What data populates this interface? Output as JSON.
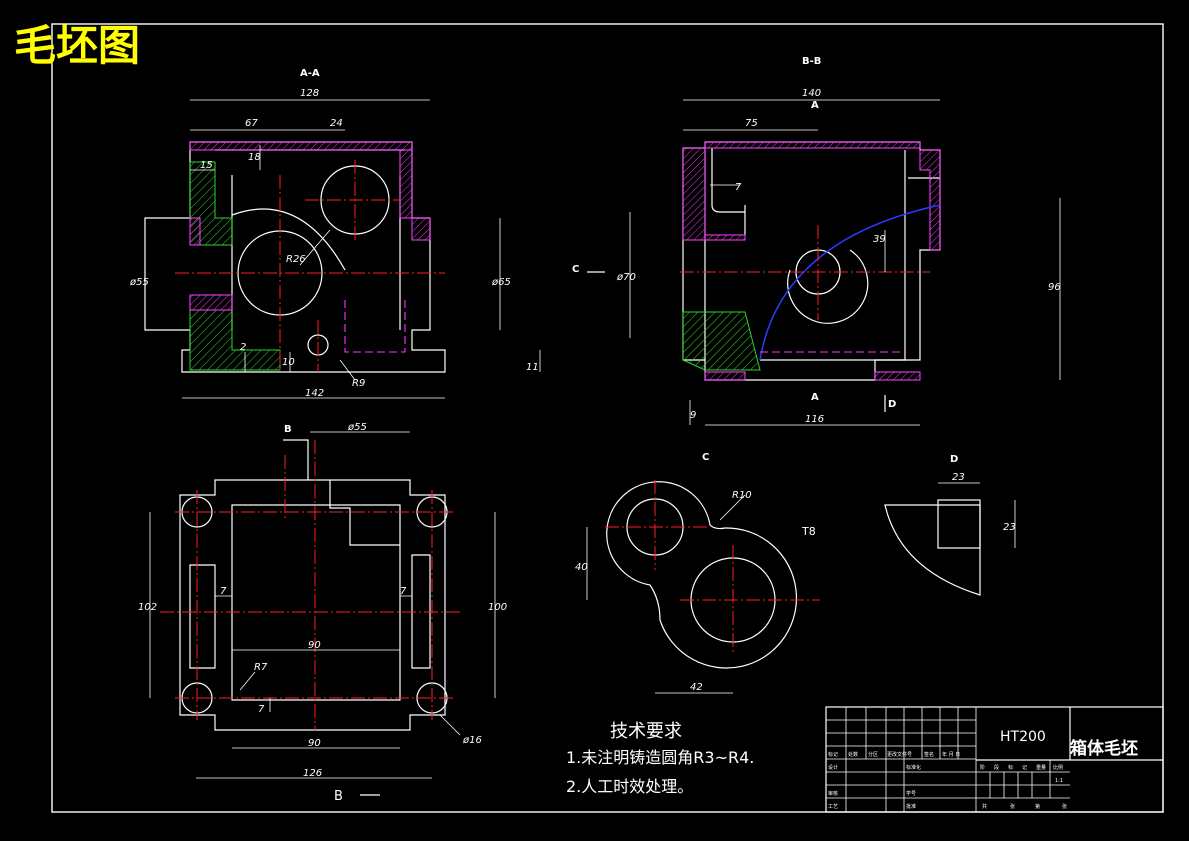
{
  "title": "毛坯图",
  "colors": {
    "background": "#000000",
    "title": "#ffff00",
    "lines": "#ffffff",
    "center": "#ff2020",
    "hidden": "#ff33ff",
    "hatch": "#2bd62b"
  },
  "views": {
    "aa": {
      "label": "A-A",
      "dims": [
        "128",
        "67",
        "24",
        "15",
        "18",
        "R26",
        "ø55",
        "ø65",
        "2",
        "10",
        "R9",
        "11",
        "142"
      ]
    },
    "bb": {
      "label": "B-B",
      "dims": [
        "140",
        "75",
        "7",
        "ø70",
        "39",
        "96",
        "9",
        "116"
      ],
      "marks": [
        "A",
        "A",
        "C",
        "D"
      ]
    },
    "b": {
      "label": "B",
      "dims": [
        "ø55",
        "102",
        "100",
        "7",
        "7",
        "90",
        "R7",
        "7",
        "90",
        "126",
        "ø16"
      ],
      "bottom_label": "B"
    },
    "c": {
      "label": "C",
      "dims": [
        "R10",
        "40",
        "42"
      ],
      "note": "T8"
    },
    "d": {
      "label": "D",
      "dims": [
        "23",
        "23"
      ]
    }
  },
  "tech_req": {
    "heading": "技术要求",
    "items": [
      "1.未注明铸造圆角R3~R4.",
      "2.人工时效处理。"
    ]
  },
  "title_block": {
    "material": "HT200",
    "part_name": "箱体毛坯",
    "row_labels": [
      "标记",
      "处数",
      "分区",
      "更改文件号",
      "签名",
      "年 月 日"
    ],
    "cells": [
      "设计",
      "标准化",
      "审核",
      "工艺",
      "批准",
      "学号"
    ],
    "stage": [
      "阶",
      "段",
      "标",
      "记",
      "重量",
      "比例"
    ],
    "scale": "1:1",
    "sheet": [
      "共",
      "张",
      "第",
      "张"
    ]
  }
}
